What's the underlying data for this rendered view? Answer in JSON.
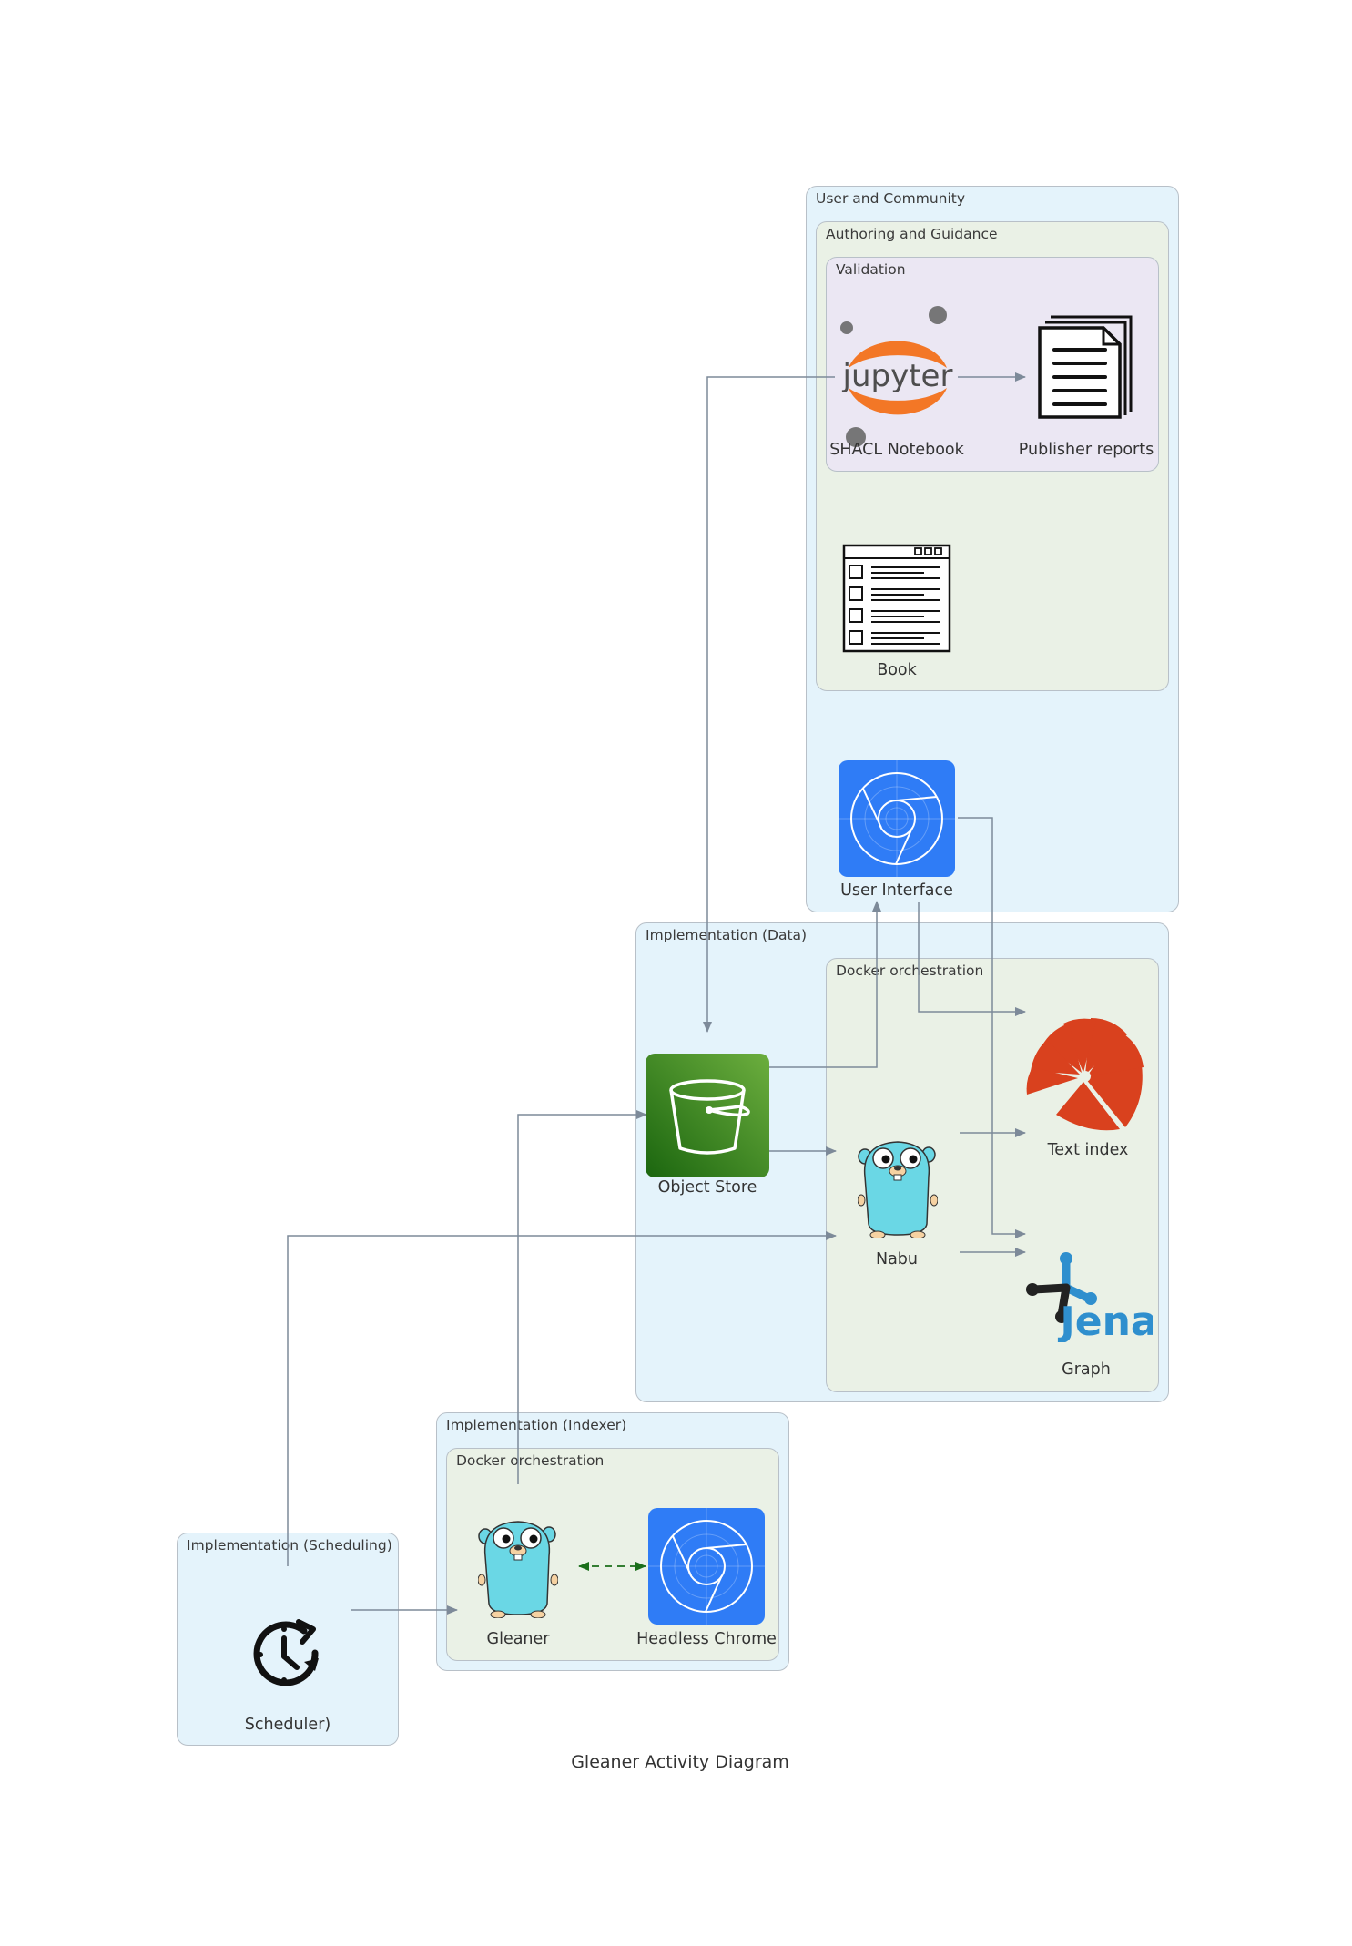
{
  "title": "Gleaner Activity Diagram",
  "clusters": {
    "user_community": "User and Community",
    "authoring": "Authoring and Guidance",
    "validation": "Validation",
    "impl_data": "Implementation (Data)",
    "docker_data": "Docker orchestration",
    "impl_indexer": "Implementation (Indexer)",
    "docker_indexer": "Docker orchestration",
    "impl_scheduling": "Implementation (Scheduling)"
  },
  "nodes": {
    "shacl": {
      "label": "SHACL Notebook",
      "icon": "jupyter-icon",
      "logo_text": "jupyter"
    },
    "reports": {
      "label": "Publisher reports",
      "icon": "document-stack-icon"
    },
    "book": {
      "label": "Book",
      "icon": "checklist-window-icon"
    },
    "ui": {
      "label": "User Interface",
      "icon": "chrome-icon"
    },
    "object_store": {
      "label": "Object Store",
      "icon": "bucket-icon"
    },
    "nabu": {
      "label": "Nabu",
      "icon": "gopher-icon"
    },
    "text_index": {
      "label": "Text index",
      "icon": "solr-icon"
    },
    "graph": {
      "label": "Graph",
      "icon": "jena-icon",
      "logo_text": "Jena"
    },
    "gleaner": {
      "label": "Gleaner",
      "icon": "gopher-icon"
    },
    "headless": {
      "label": "Headless Chrome",
      "icon": "chrome-icon"
    },
    "scheduler": {
      "label": "Scheduler)",
      "icon": "clock-refresh-icon"
    }
  },
  "colors": {
    "edge": "#7d8a99",
    "dashed_edge": "#1a6e1a",
    "cluster_blue": "#e4f3fb",
    "cluster_green": "#eaf1e6",
    "cluster_purple": "#ebe7f3",
    "jupyter_orange": "#f37726",
    "chrome_blue": "#2f7cf6",
    "s3_green": "#3f8624",
    "gopher": "#6ad7e5",
    "solr_red": "#d9411e",
    "jena_blue": "#2f8fce"
  }
}
